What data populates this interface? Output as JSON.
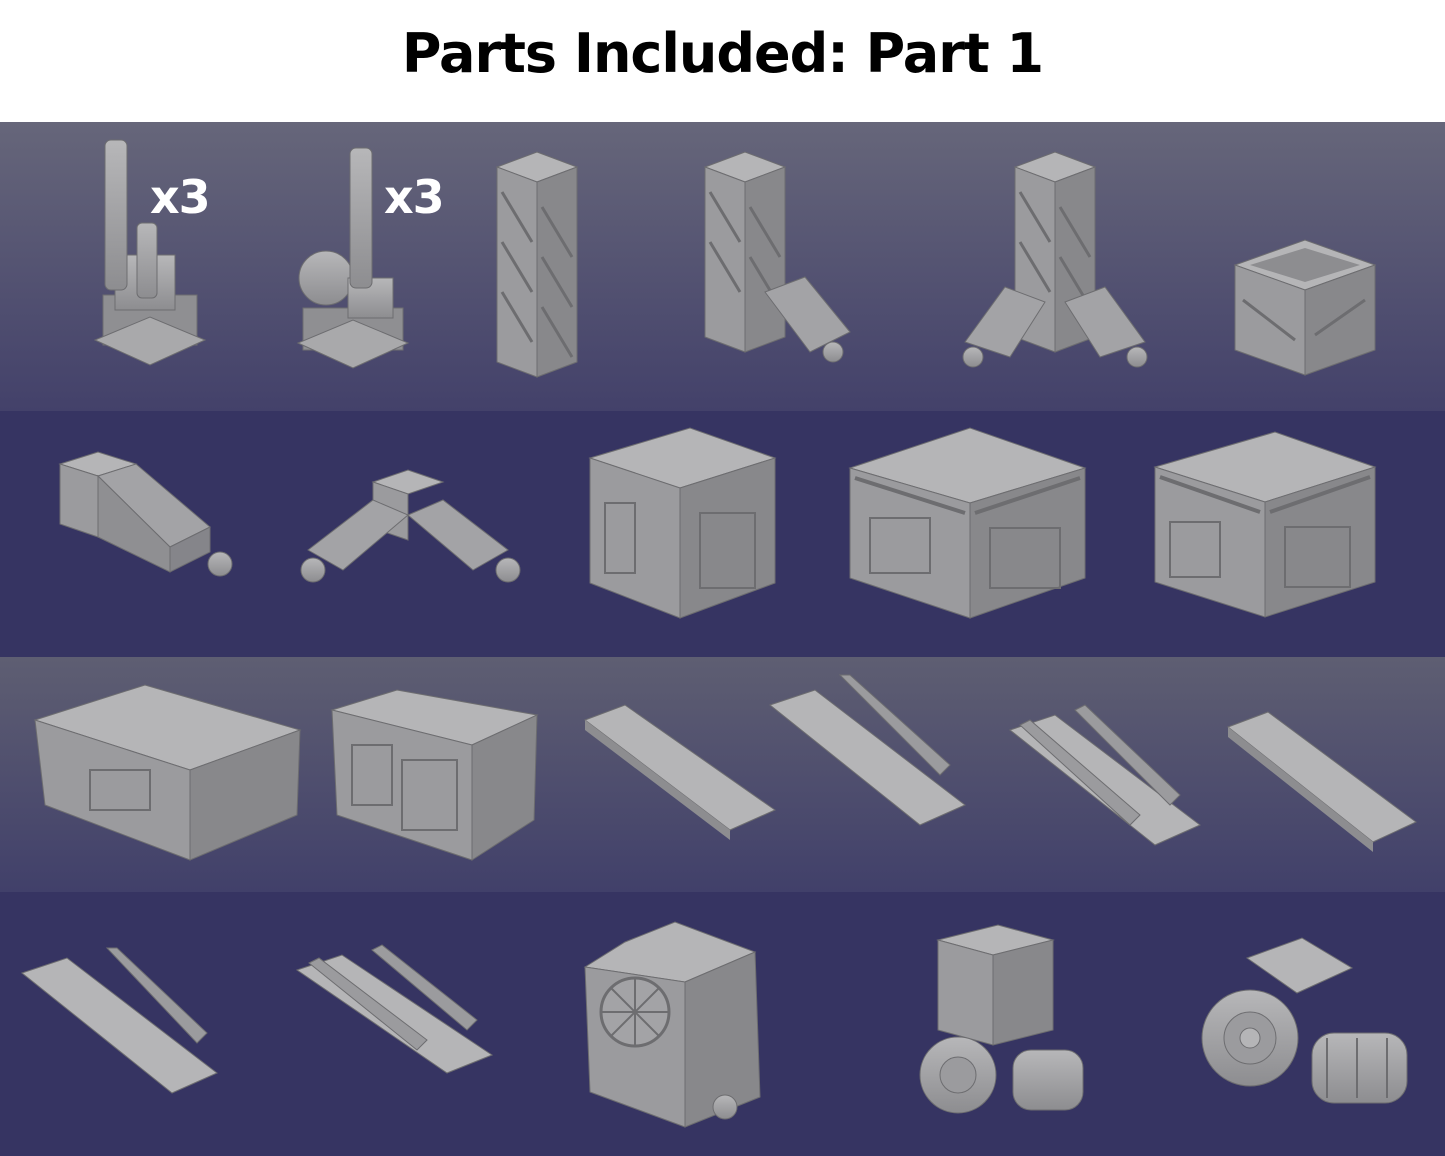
{
  "page": {
    "title": "Parts Included: Part 1"
  },
  "colors": {
    "background": "#ffffff",
    "band_light_top": "#66667a",
    "band_dark": "#363462",
    "part_grey": "#a9a9ab",
    "title_text": "#000000",
    "qty_text": "#ffffff"
  },
  "rows": [
    {
      "parts": [
        {
          "name": "chimney-stack",
          "qty": "x3"
        },
        {
          "name": "sphere-chimney",
          "qty": "x3"
        },
        {
          "name": "lattice-tower"
        },
        {
          "name": "lattice-tower-single-foot"
        },
        {
          "name": "lattice-tower-double-foot"
        },
        {
          "name": "short-tower-base"
        }
      ]
    },
    {
      "parts": [
        {
          "name": "straight-connector"
        },
        {
          "name": "corner-connector"
        },
        {
          "name": "small-block"
        },
        {
          "name": "large-block"
        },
        {
          "name": "medium-block"
        }
      ]
    },
    {
      "parts": [
        {
          "name": "wide-crate"
        },
        {
          "name": "tall-crate"
        },
        {
          "name": "flat-walkway"
        },
        {
          "name": "walkway-rail-right"
        },
        {
          "name": "walkway-double-rail"
        },
        {
          "name": "flat-walkway-short"
        }
      ]
    },
    {
      "parts": [
        {
          "name": "walkway-rail-left"
        },
        {
          "name": "walkway-double-rail-short"
        },
        {
          "name": "fan-housing"
        },
        {
          "name": "generator-turbine"
        },
        {
          "name": "turbine-pipes"
        }
      ]
    }
  ]
}
